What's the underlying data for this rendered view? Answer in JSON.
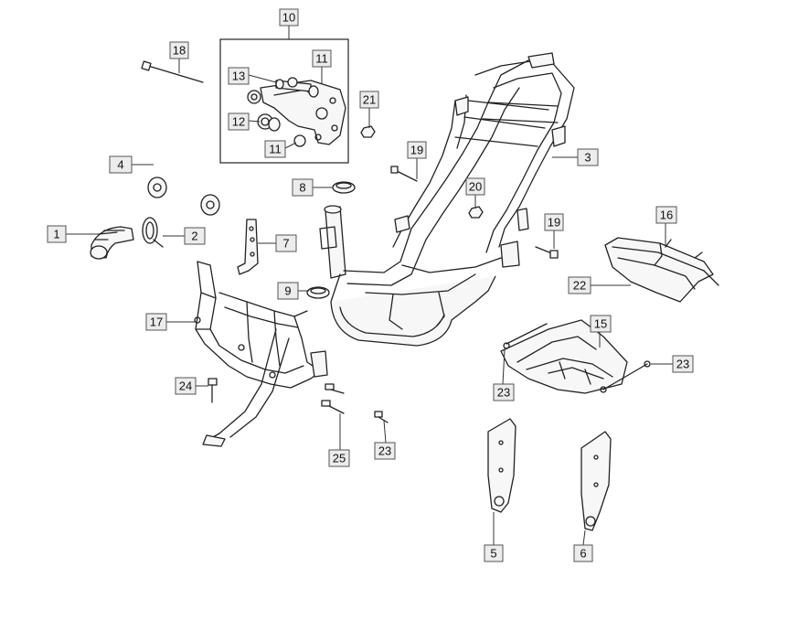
{
  "callouts": {
    "c1": "1",
    "c2": "2",
    "c3": "3",
    "c4": "4",
    "c5": "5",
    "c6": "6",
    "c7": "7",
    "c8": "8",
    "c9": "9",
    "c10": "10",
    "c11a": "11",
    "c11b": "11",
    "c12": "12",
    "c13": "13",
    "c15": "15",
    "c16": "16",
    "c17": "17",
    "c18": "18",
    "c19a": "19",
    "c19b": "19",
    "c20": "20",
    "c21": "21",
    "c22": "22",
    "c23a": "23",
    "c23b": "23",
    "c23c": "23",
    "c24": "24",
    "c25": "25"
  }
}
